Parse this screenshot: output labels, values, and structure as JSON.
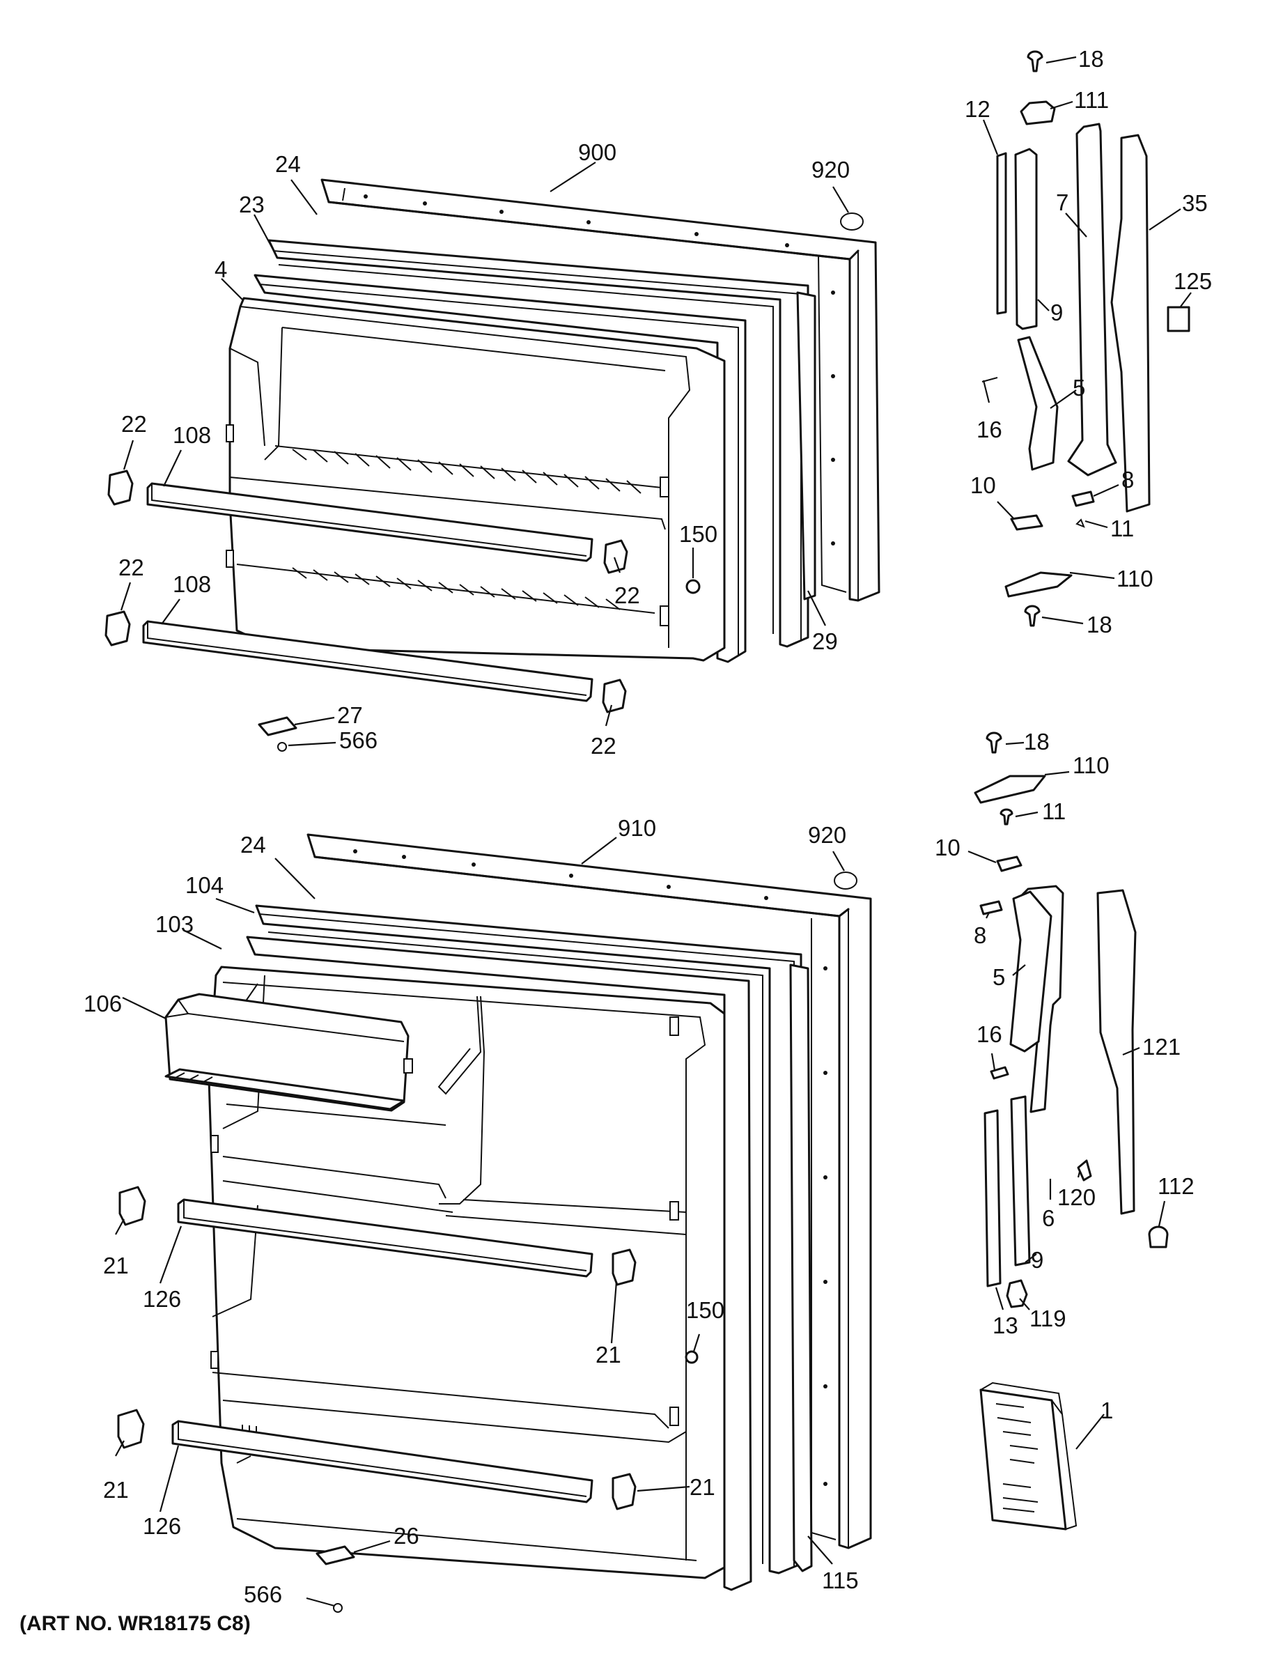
{
  "art_number": "(ART NO. WR18175 C8)",
  "labels": {
    "top": {
      "l18a": "18",
      "l111": "111",
      "l12": "12",
      "l900": "900",
      "l920": "920",
      "l24": "24",
      "l7": "7",
      "l35": "35",
      "l23": "23",
      "l125": "125",
      "l4": "4",
      "l9": "9",
      "l5": "5",
      "l22a": "22",
      "l108a": "108",
      "l16": "16",
      "l10": "10",
      "l8": "8",
      "l11": "11",
      "l150": "150",
      "l22b": "22",
      "l110": "110",
      "l22c": "22",
      "l108b": "108",
      "l18b": "18",
      "l29": "29",
      "l27": "27",
      "l566": "566",
      "l22d": "22"
    },
    "bottom": {
      "l18": "18",
      "l110": "110",
      "l910": "910",
      "l920": "920",
      "l11": "11",
      "l24": "24",
      "l10": "10",
      "l104": "104",
      "l8": "8",
      "l103": "103",
      "l5": "5",
      "l106": "106",
      "l16": "16",
      "l121": "121",
      "l112": "112",
      "l120": "120",
      "l6": "6",
      "l21a": "21",
      "l126a": "126",
      "l9": "9",
      "l150": "150",
      "l13": "13",
      "l119": "119",
      "l21b": "21",
      "l1": "1",
      "l21c": "21",
      "l126b": "126",
      "l21d": "21",
      "l26": "26",
      "l566": "566",
      "l115": "115"
    }
  }
}
